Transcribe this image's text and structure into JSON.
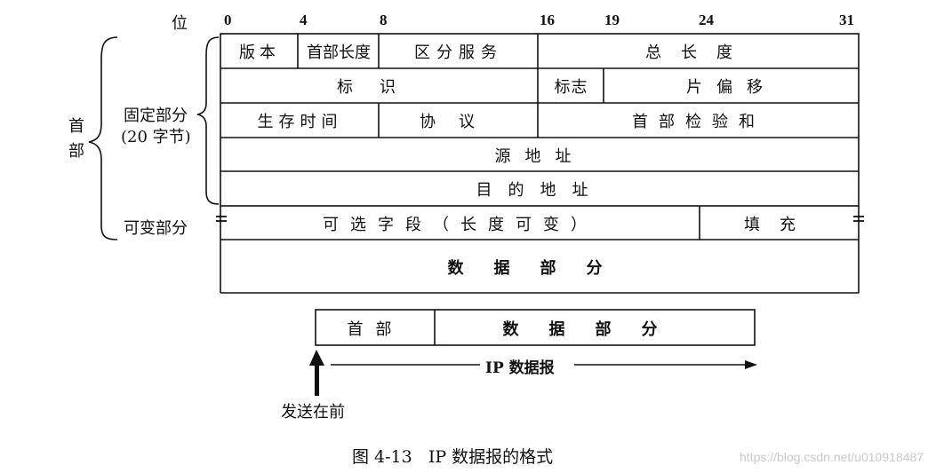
{
  "bits": {
    "title": "位",
    "b0": "0",
    "b4": "4",
    "b8": "8",
    "b16": "16",
    "b19": "19",
    "b24": "24",
    "b31": "31"
  },
  "header_brace": {
    "header_label_line1": "首",
    "header_label_line2": "部",
    "fixed_label_line1": "固定部分",
    "fixed_label_line2": "(20 字节)",
    "variable_label": "可变部分"
  },
  "fields": {
    "version": "版本",
    "header_length": "首部长度",
    "differentiated_services": "区分服务",
    "total_length": "总长度",
    "identification": "标识",
    "flags": "标志",
    "fragment_offset": "片偏移",
    "ttl": "生存时间",
    "protocol": "协议",
    "header_checksum": "首部检验和",
    "source_address": "源地址",
    "destination_address": "目的地址",
    "options": "可选字段（长度可变）",
    "padding": "填充",
    "data": "数据部分"
  },
  "datagram": {
    "header": "首部",
    "data": "数据部分",
    "ip_datagram": "IP 数据报",
    "send_first": "发送在前"
  },
  "caption": "图 4-13   IP 数据报的格式",
  "watermark": "https://blog.csdn.net/u010918487"
}
